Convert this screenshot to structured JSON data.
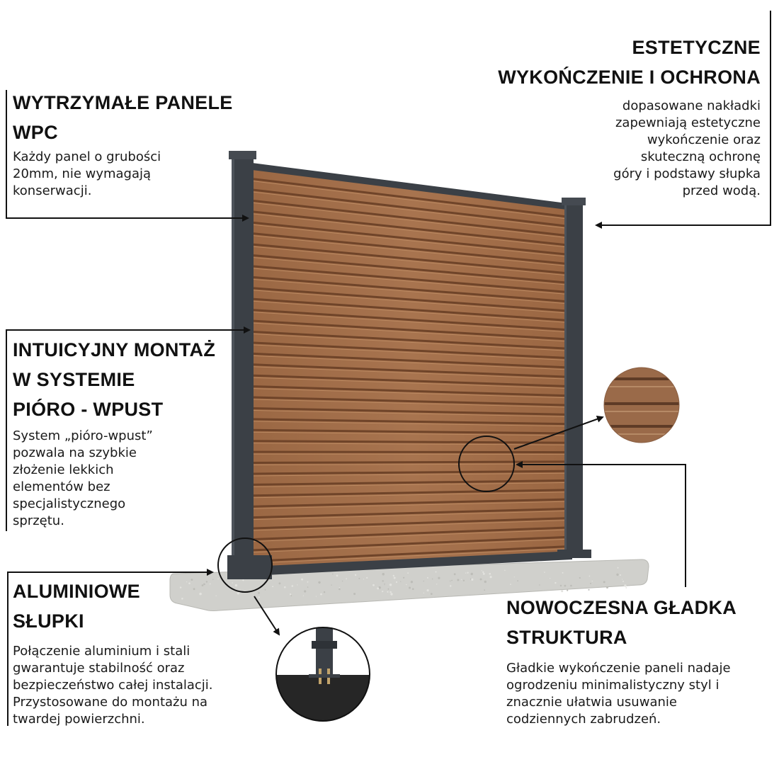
{
  "features": [
    {
      "id": "panels",
      "title_lines": [
        "WYTRZYMAŁE PANELE",
        "WPC"
      ],
      "body_lines": [
        "Każdy panel o grubości",
        "20mm, nie wymagają",
        "konserwacji."
      ]
    },
    {
      "id": "caps",
      "title_lines": [
        "ESTETYCZNE",
        "WYKOŃCZENIE I OCHRONA"
      ],
      "body_lines": [
        "dopasowane nakładki",
        "zapewniają estetyczne",
        "wykończenie oraz",
        "skuteczną ochronę",
        "góry i podstawy słupka",
        "przed wodą."
      ]
    },
    {
      "id": "assembly",
      "title_lines": [
        "INTUICYJNY MONTAŻ",
        "W SYSTEMIE",
        "PIÓRO - WPUST"
      ],
      "body_lines": [
        "System „pióro-wpust”",
        "pozwala na szybkie",
        "złożenie lekkich",
        "elementów bez",
        "specjalistycznego",
        "sprzętu."
      ]
    },
    {
      "id": "posts",
      "title_lines": [
        "ALUMINIOWE",
        "SŁUPKI"
      ],
      "body_lines": [
        "Połączenie aluminium i stali",
        "gwarantuje stabilność oraz",
        "bezpieczeństwo całej instalacji.",
        "Przystosowane do montażu na",
        "twardej powierzchni."
      ]
    },
    {
      "id": "texture",
      "title_lines": [
        "NOWOCZESNA GŁADKA",
        "STRUKTURA"
      ],
      "body_lines": [
        "Gładkie wykończenie paneli nadaje",
        "ogrodzeniu minimalistyczny styl i",
        "znacznie ułatwia usuwanie",
        "codziennych zabrudzeń."
      ]
    }
  ],
  "colors": {
    "wood": "#a06c48",
    "wood_groove": "#6f4429",
    "frame": "#3b4046",
    "concrete": "#d0d0cc",
    "line": "#111111",
    "ground": "#262626"
  }
}
